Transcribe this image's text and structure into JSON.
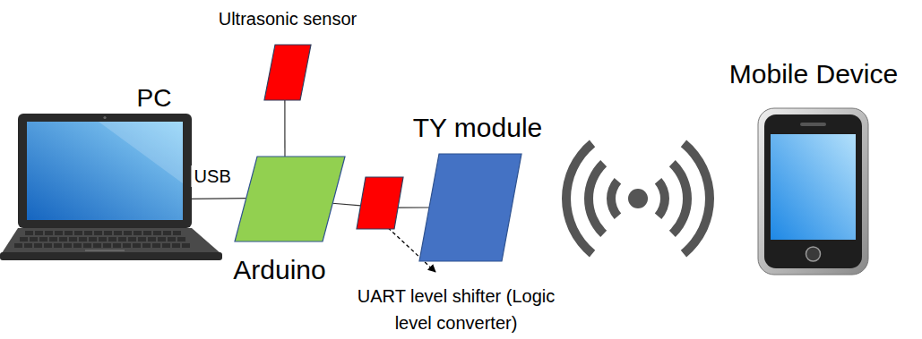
{
  "diagram": {
    "nodes": [
      {
        "text": [
          "Ultrasonic sensor"
        ]
      },
      {
        "text": [
          "PC"
        ]
      },
      {
        "text": [
          "Arduino"
        ]
      },
      {
        "text": [
          "UART level shifter (Logic level converter)"
        ]
      },
      {
        "text": [
          "TY module"
        ]
      },
      {
        "text": [
          "Mobile Device"
        ]
      }
    ],
    "edges": [
      {
        "from": 0,
        "to": 2,
        "arrow": "none"
      },
      {
        "from": 1,
        "to": 2,
        "label": "USB",
        "arrow": "none"
      },
      {
        "from": 2,
        "to": 3,
        "arrow": "none"
      },
      {
        "from": 3,
        "to": 4,
        "arrow": "none"
      }
    ]
  }
}
